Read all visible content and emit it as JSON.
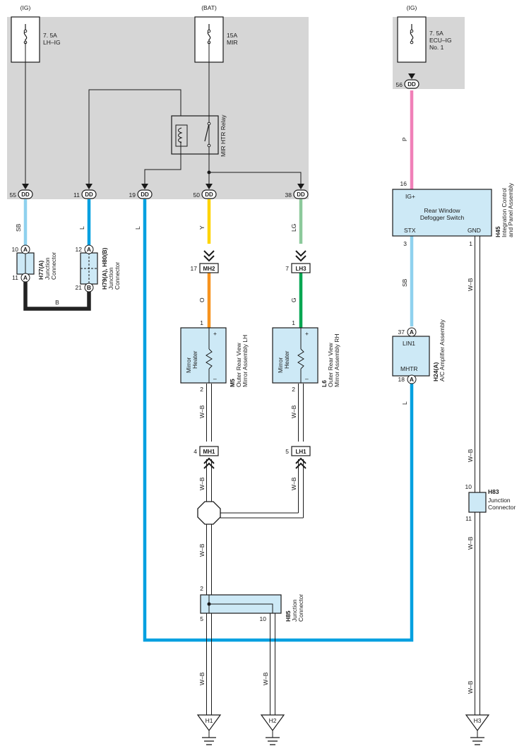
{
  "sources": {
    "ig_left": "(IG)",
    "bat": "(BAT)",
    "ig_right": "(IG)"
  },
  "fuses": {
    "lh_ig": {
      "rating": "7. 5A",
      "name": "LH–IG"
    },
    "mir": {
      "rating": "15A",
      "name": "MIR"
    },
    "ecu_ig": {
      "rating": "7. 5A",
      "name1": "ECU–IG",
      "name2": "No. 1"
    }
  },
  "relay": {
    "name": "MIR HTR Relay"
  },
  "connector_code": "DD",
  "pins": {
    "p55": "55",
    "p11": "11",
    "p19": "19",
    "p50": "50",
    "p38": "38",
    "p56": "56",
    "h77_10": "10",
    "h77_11": "11",
    "h79_12": "12",
    "h79_21": "21",
    "mh2": "17",
    "lh3": "7",
    "m5_1": "1",
    "m5_2": "2",
    "l6_1": "1",
    "l6_2": "2",
    "mh1": "4",
    "lh1": "5",
    "h85_2": "2",
    "h85_5": "5",
    "h85_10": "10",
    "h45_16": "16",
    "h45_3": "3",
    "h45_1": "1",
    "h24_37": "37",
    "h24_18": "18",
    "h83_10": "10",
    "h83_11": "11"
  },
  "pin_letters": {
    "a": "A",
    "b": "B"
  },
  "wires": {
    "sb": "SB",
    "l": "L",
    "b": "B",
    "y": "Y",
    "lg": "LG",
    "o": "O",
    "g": "G",
    "wb": "W–B",
    "p": "P"
  },
  "inline": {
    "mh2": "MH2",
    "lh3": "LH3",
    "mh1": "MH1",
    "lh1": "LH1"
  },
  "components": {
    "h77": {
      "code": "H77(A)",
      "line1": "Junction",
      "line2": "Connector"
    },
    "h79": {
      "code": "H79(A), H80(B)",
      "line1": "Junction",
      "line2": "Connector"
    },
    "m5": {
      "code": "M5",
      "line1": "Outer Rear View",
      "line2": "Mirror Assembly LH",
      "heater1": "Mirror",
      "heater2": "Heater"
    },
    "l6": {
      "code": "L6",
      "line1": "Outer Rear View",
      "line2": "Mirror Assembly RH",
      "heater1": "Mirror",
      "heater2": "Heater"
    },
    "h85": {
      "code": "H85",
      "line1": "Junction",
      "line2": "Connector"
    },
    "h45": {
      "code": "H45",
      "line1": "Integration Control",
      "line2": "and Panel Assembly",
      "title1": "Rear Window",
      "title2": "Defogger Switch",
      "ig": "IG+",
      "stx": "STX",
      "gnd": "GND"
    },
    "h24": {
      "code": "H24(A)",
      "line1": "A/C Amplifier Assembly",
      "lin1": "LIN1",
      "mhtr": "MHTR"
    },
    "h83": {
      "code": "H83",
      "line1": "Junction",
      "line2": "Connector"
    }
  },
  "terminal_signs": {
    "plus": "+",
    "minus": "–"
  },
  "grounds": {
    "h1": "H1",
    "h2": "H2",
    "h3": "H3"
  },
  "colors": {
    "sb": "#8fd1ee",
    "l": "#00a0e0",
    "b": "#222222",
    "y": "#ffd400",
    "lg": "#8cc99b",
    "o": "#f7931e",
    "g": "#00a651",
    "p": "#f080b8",
    "panel": "#d6d6d6",
    "component_fill": "#cde9f6"
  }
}
